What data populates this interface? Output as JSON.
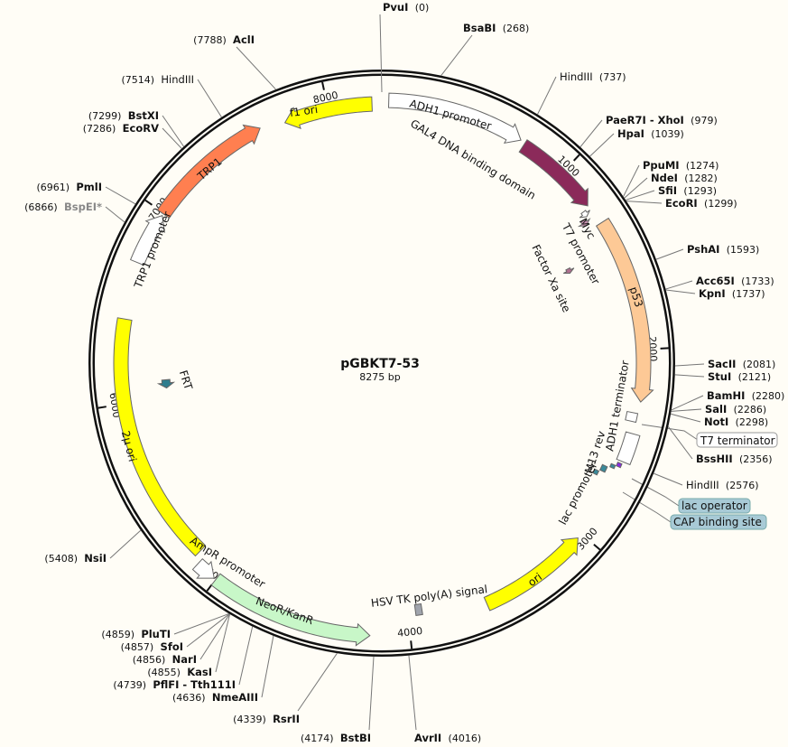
{
  "plasmid": {
    "name": "pGBKT7-53",
    "length_label": "8275 bp",
    "length": 8275
  },
  "ticks": [
    "1000",
    "2000",
    "3000",
    "4000",
    "5000",
    "6000",
    "7000",
    "8000"
  ],
  "features": [
    {
      "label": "f1 ori",
      "start": 7770,
      "end": 8225,
      "direction": "reverse",
      "color": "#ffff00"
    },
    {
      "label": "ADH1 promoter",
      "start": 35,
      "end": 735,
      "direction": "forward",
      "color": "#ffffff"
    },
    {
      "label": "GAL4 DNA binding domain",
      "start": 760,
      "end": 1210,
      "direction": "forward",
      "color": "#8b2a5a"
    },
    {
      "label": "Myc",
      "start": 1222,
      "end": 1252,
      "direction": "forward",
      "color": "#ffffff"
    },
    {
      "label": "T7 promoter",
      "start": 1258,
      "end": 1290,
      "direction": "forward",
      "color": "#c890b0"
    },
    {
      "label": "Factor Xa site",
      "start": 1452,
      "end": 1482,
      "direction": "forward",
      "color": "#b07090"
    },
    {
      "label": "p53",
      "start": 1320,
      "end": 2265,
      "direction": "forward",
      "color": "#fdc996"
    },
    {
      "label": "T7 terminator",
      "start": 2325,
      "end": 2370,
      "direction": "none",
      "color": "#ffffff"
    },
    {
      "label": "ADH1 terminator",
      "start": 2430,
      "end": 2580,
      "direction": "none",
      "color": "#ffffff"
    },
    {
      "label": "M13 rev",
      "start": 2592,
      "end": 2612,
      "direction": "none",
      "color": "#8a2be2"
    },
    {
      "label": "lac operator",
      "start": 2612,
      "end": 2630,
      "direction": "none",
      "color": "#3a8a9a"
    },
    {
      "label": "lac promoter",
      "start": 2636,
      "end": 2668,
      "direction": "none",
      "color": "#3a8a9a"
    },
    {
      "label": "CAP binding site",
      "start": 2676,
      "end": 2700,
      "direction": "none",
      "color": "#3a8a9a"
    },
    {
      "label": "ori",
      "start": 3027,
      "end": 3595,
      "direction": "reverse",
      "color": "#ffff00"
    },
    {
      "label": "HSV TK poly(A) signal",
      "start": 3925,
      "end": 3960,
      "direction": "none",
      "color": "#a0a4ac"
    },
    {
      "label": "NeoR/KanR",
      "start": 4195,
      "end": 5000,
      "direction": "reverse",
      "color": "#c8f7c8"
    },
    {
      "label": "AmpR promoter",
      "start": 5010,
      "end": 5115,
      "direction": "reverse",
      "color": "#ffffff"
    },
    {
      "label": "2µ ori",
      "start": 5150,
      "end": 6430,
      "direction": "none",
      "color": "#ffff00"
    },
    {
      "label": "FRT",
      "start": 6055,
      "end": 6105,
      "direction": "reverse",
      "color": "#2e7d8e"
    },
    {
      "label": "TRP1 promoter",
      "start": 6720,
      "end": 6985,
      "direction": "forward",
      "color": "#ffffff"
    },
    {
      "label": "TRP1",
      "start": 6995,
      "end": 7645,
      "direction": "forward",
      "color": "#ff7f50"
    }
  ],
  "enzymes": [
    {
      "name": "PvuI",
      "pos": "0"
    },
    {
      "name": "BsaBI",
      "pos": "268"
    },
    {
      "name": "HindIII",
      "pos": "737"
    },
    {
      "name": "PaeR7I - XhoI",
      "pos": "979"
    },
    {
      "name": "HpaI",
      "pos": "1039"
    },
    {
      "name": "PpuMI",
      "pos": "1274"
    },
    {
      "name": "NdeI",
      "pos": "1282"
    },
    {
      "name": "SfiI",
      "pos": "1293"
    },
    {
      "name": "EcoRI",
      "pos": "1299"
    },
    {
      "name": "PshAI",
      "pos": "1593"
    },
    {
      "name": "Acc65I",
      "pos": "1733"
    },
    {
      "name": "KpnI",
      "pos": "1737"
    },
    {
      "name": "SacII",
      "pos": "2081"
    },
    {
      "name": "StuI",
      "pos": "2121"
    },
    {
      "name": "BamHI",
      "pos": "2280"
    },
    {
      "name": "SalI",
      "pos": "2286"
    },
    {
      "name": "NotI",
      "pos": "2298"
    },
    {
      "name": "BssHII",
      "pos": "2356"
    },
    {
      "name": "HindIII",
      "pos": "2576"
    },
    {
      "name": "AvrII",
      "pos": "4016"
    },
    {
      "name": "BstBI",
      "pos": "4174"
    },
    {
      "name": "RsrII",
      "pos": "4339"
    },
    {
      "name": "NmeAIII",
      "pos": "4636"
    },
    {
      "name": "PflFI - Tth111I",
      "pos": "4739"
    },
    {
      "name": "KasI",
      "pos": "4855"
    },
    {
      "name": "NarI",
      "pos": "4856"
    },
    {
      "name": "SfoI",
      "pos": "4857"
    },
    {
      "name": "PluTI",
      "pos": "4859"
    },
    {
      "name": "NsiI",
      "pos": "5408"
    },
    {
      "name": "BspEI*",
      "pos": "6866"
    },
    {
      "name": "PmlI",
      "pos": "6961"
    },
    {
      "name": "EcoRV",
      "pos": "7286"
    },
    {
      "name": "BstXI",
      "pos": "7299"
    },
    {
      "name": "HindIII",
      "pos": "7514"
    },
    {
      "name": "AclI",
      "pos": "7788"
    }
  ]
}
